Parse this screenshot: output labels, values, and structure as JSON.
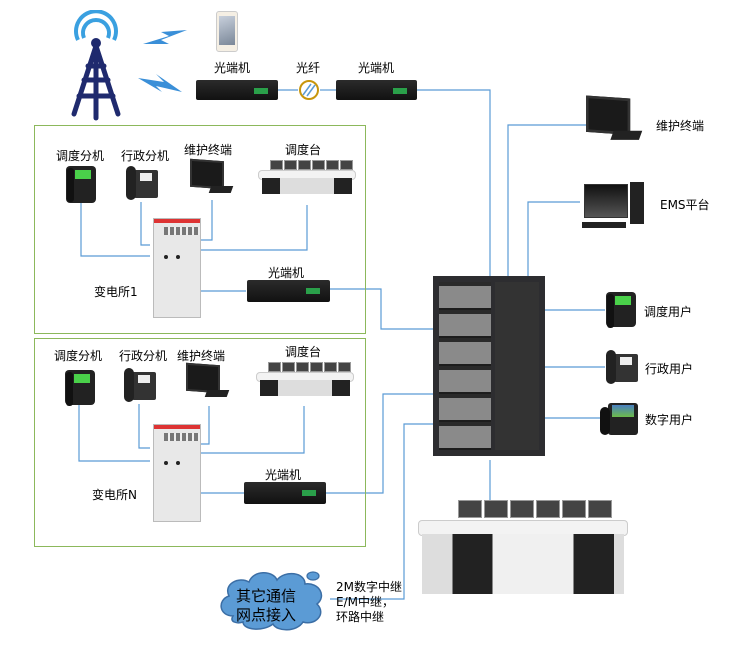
{
  "title": "调度通信系统组网图",
  "colors": {
    "link_line": "#5b9bd5",
    "site_border": "#8cb85b",
    "cloud_fill": "#5b9bd5",
    "fiber_ring": "#c8960c",
    "tower": "#1f2a6e",
    "signal": "#3aa0e0"
  },
  "top": {
    "optical_terminal_left": "光端机",
    "fiber": "光纤",
    "optical_terminal_right": "光端机",
    "icons": [
      "radio-tower-icon",
      "lightning-icon",
      "mobile-phone-icon"
    ]
  },
  "substation_1": {
    "name": "变电所1",
    "dispatch_extension": "调度分机",
    "admin_extension": "行政分机",
    "maintenance_terminal": "维护终端",
    "dispatch_console": "调度台",
    "optical_terminal": "光端机"
  },
  "substation_n": {
    "name": "变电所N",
    "dispatch_extension": "调度分机",
    "admin_extension": "行政分机",
    "maintenance_terminal": "维护终端",
    "dispatch_console": "调度台",
    "optical_terminal": "光端机"
  },
  "right": {
    "maintenance_terminal": "维护终端",
    "ems_platform": "EMS平台",
    "dispatch_user": "调度用户",
    "admin_user": "行政用户",
    "digital_user": "数字用户"
  },
  "external": {
    "cloud_line1": "其它通信",
    "cloud_line2": "网点接入",
    "trunk_line1": "2M数字中继",
    "trunk_line2": "E/M中继，",
    "trunk_line3": "环路中继"
  }
}
